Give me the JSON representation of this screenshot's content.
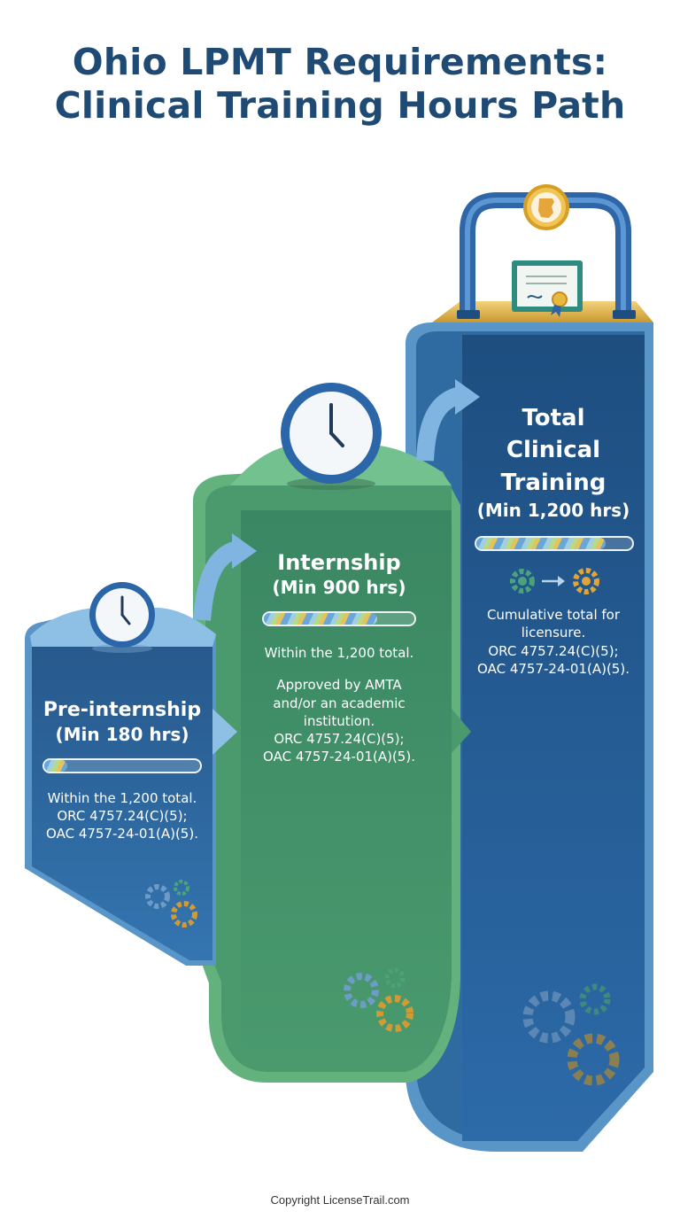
{
  "header": {
    "title_line1": "Ohio LPMT Requirements:",
    "title_line2": "Clinical Training Hours Path"
  },
  "steps": [
    {
      "title": "Pre-internship",
      "requirement": "(Min 180 hrs)",
      "progress": 0.15,
      "note_lines": [
        "Within the 1,200 total.",
        "ORC 4757.24(C)(5);",
        "OAC 4757-24-01(A)(5)."
      ],
      "color": "#2f6fa6"
    },
    {
      "title": "Internship",
      "requirement": "(Min 900 hrs)",
      "progress": 0.75,
      "note_lines_a": [
        "Within the 1,200 total."
      ],
      "note_lines_b": [
        "Approved by AMTA",
        "and/or an academic",
        "institution.",
        "ORC 4757.24(C)(5);",
        "OAC 4757-24-01(A)(5)."
      ],
      "color": "#3f8a64"
    },
    {
      "title_line1": "Total",
      "title_line2": "Clinical",
      "title_line3": "Training",
      "requirement": "(Min 1,200 hrs)",
      "progress": 0.83,
      "note_lines": [
        "Cumulative total for",
        "licensure.",
        "ORC 4757.24(C)(5);",
        "OAC 4757-24-01(A)(5)."
      ],
      "color": "#1f5a94"
    }
  ],
  "footer": {
    "copyright": "Copyright LicenseTrail.com"
  },
  "icons": [
    "clock-icon",
    "gear-icon",
    "arrow-right-icon",
    "certificate-icon",
    "ohio-state-icon"
  ]
}
